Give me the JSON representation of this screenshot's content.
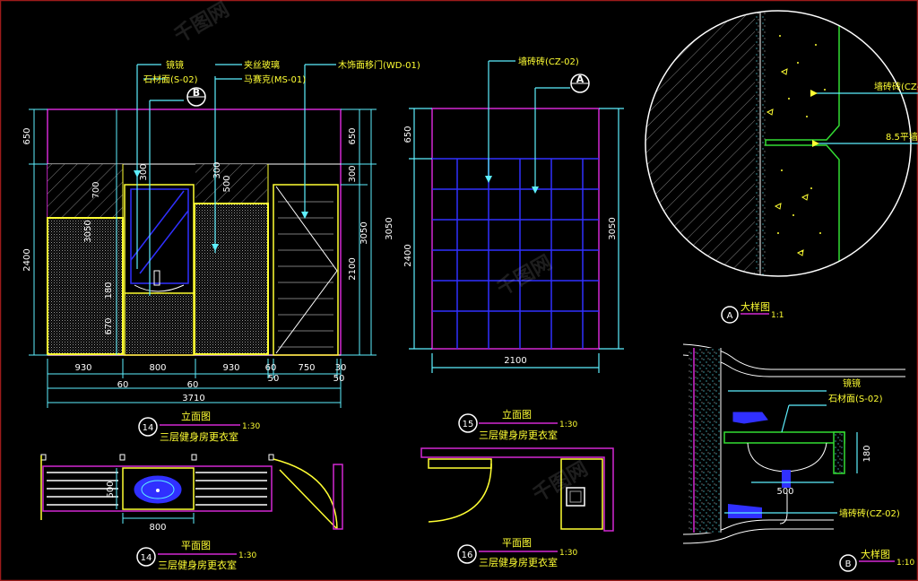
{
  "labels": {
    "top_notes": {
      "mirror": "镜镜",
      "stone_counter_b": "石材面(S-02)",
      "cabinet_light": "夹丝玻璃",
      "mosaic": "马赛克(MS-01)",
      "door": "木饰面移门(WD-01)",
      "tile_mid": "墙砖砖(CZ-02)",
      "tile_right": "墙砖砖(CZ-0",
      "seal_right": "8.5平墙"
    },
    "callouts": {
      "a_tag": "A",
      "b_tag": "B"
    },
    "titles": {
      "t14_elev": {
        "num": "14",
        "name": "立面图",
        "scale": "1:30",
        "sub": "三层健身房更衣室"
      },
      "t15_elev": {
        "num": "15",
        "name": "立面图",
        "scale": "1:30",
        "sub": "三层健身房更衣室"
      },
      "t14_plan": {
        "num": "14",
        "name": "平面图",
        "scale": "1:30",
        "sub": "三层健身房更衣室"
      },
      "t16_plan": {
        "num": "16",
        "name": "平面图",
        "scale": "1:30",
        "sub": "三层健身房更衣室"
      },
      "ta_detail": {
        "num": "A",
        "name": "大样图",
        "scale": "1:1"
      },
      "tb_detail": {
        "num": "B",
        "name": "大样图",
        "scale": "1:10"
      }
    },
    "detail_b_notes": {
      "mirror": "镜镜",
      "stone": "石材面(S-02)",
      "tile": "墙砖砖(CZ-02)"
    }
  },
  "dims": {
    "left_h_top": "650",
    "left_h_bot": "2400",
    "left_inner_a": "300",
    "left_inner_b": "700",
    "left_inner_c": "3050",
    "left_inner_d": "180",
    "left_inner_e": "670",
    "mid_inner_a": "300",
    "mid_inner_b": "500",
    "right_a": "650",
    "right_b": "300",
    "right_c": "3050",
    "right_d": "2100",
    "row1": [
      "930",
      "800",
      "930",
      "60",
      "750",
      "30"
    ],
    "row2": [
      "60",
      "60",
      "50",
      "50"
    ],
    "total": "3710",
    "e15_left_a": "650",
    "e15_left_b": "3050",
    "e15_left_c": "2400",
    "e15_right": "3050",
    "e15_bottom": "2100",
    "plan14_w": "800",
    "plan14_h": "500",
    "detail_b_h": "180",
    "detail_b_w": "500"
  },
  "watermark": "千图网"
}
